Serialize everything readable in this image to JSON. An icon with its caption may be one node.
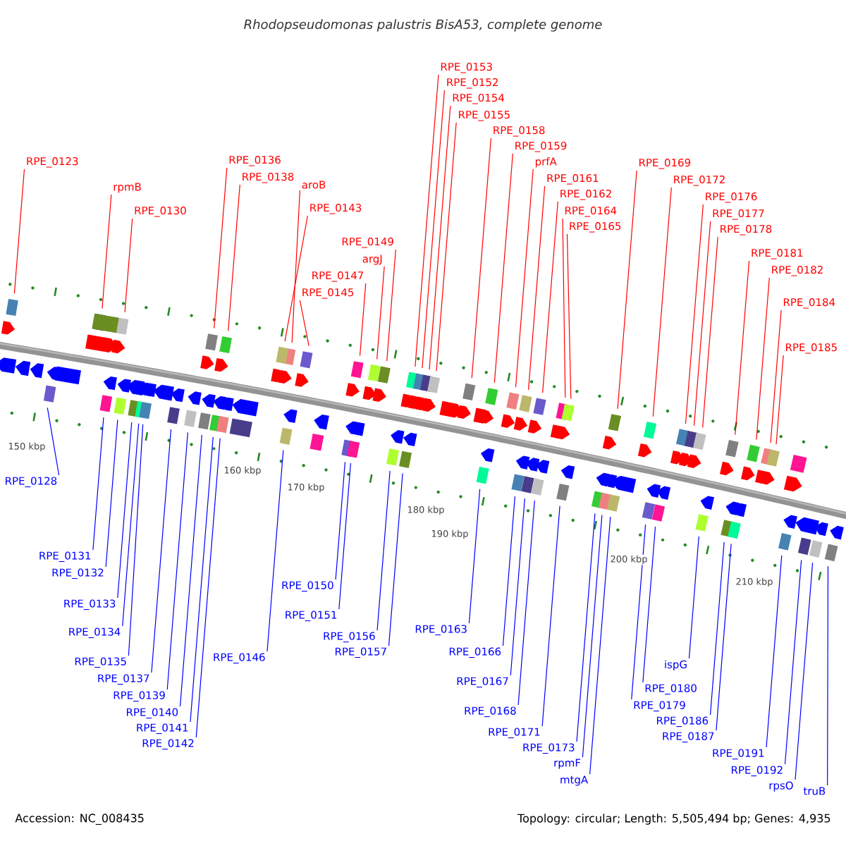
{
  "diagram": {
    "title": "Rhodopseudomonas palustris BisA53, complete genome",
    "nodes": [
      {
        "text": [
          "RPE_0123"
        ]
      },
      {
        "text": [
          "rpmB"
        ]
      },
      {
        "text": [
          "RPE_0130"
        ]
      },
      {
        "text": [
          "RPE_0136"
        ]
      },
      {
        "text": [
          "RPE_0138"
        ]
      },
      {
        "text": [
          "aroB"
        ]
      },
      {
        "text": [
          "RPE_0143"
        ]
      },
      {
        "text": [
          "RPE_0145"
        ]
      },
      {
        "text": [
          "RPE_0147"
        ]
      },
      {
        "text": [
          "argJ"
        ]
      },
      {
        "text": [
          "RPE_0149"
        ]
      },
      {
        "text": [
          "RPE_0153"
        ]
      },
      {
        "text": [
          "RPE_0152"
        ]
      },
      {
        "text": [
          "RPE_0154"
        ]
      },
      {
        "text": [
          "RPE_0155"
        ]
      },
      {
        "text": [
          "RPE_0158"
        ]
      },
      {
        "text": [
          "RPE_0159"
        ]
      },
      {
        "text": [
          "prfA"
        ]
      },
      {
        "text": [
          "RPE_0161"
        ]
      },
      {
        "text": [
          "RPE_0162"
        ]
      },
      {
        "text": [
          "RPE_0164"
        ]
      },
      {
        "text": [
          "RPE_0165"
        ]
      },
      {
        "text": [
          "RPE_0169"
        ]
      },
      {
        "text": [
          "RPE_0172"
        ]
      },
      {
        "text": [
          "RPE_0176"
        ]
      },
      {
        "text": [
          "RPE_0177"
        ]
      },
      {
        "text": [
          "RPE_0178"
        ]
      },
      {
        "text": [
          "RPE_0181"
        ]
      },
      {
        "text": [
          "RPE_0182"
        ]
      },
      {
        "text": [
          "RPE_0184"
        ]
      },
      {
        "text": [
          "RPE_0185"
        ]
      },
      {
        "text": [
          "RPE_0128"
        ]
      },
      {
        "text": [
          "RPE_0131"
        ]
      },
      {
        "text": [
          "RPE_0132"
        ]
      },
      {
        "text": [
          "RPE_0133"
        ]
      },
      {
        "text": [
          "RPE_0134"
        ]
      },
      {
        "text": [
          "RPE_0135"
        ]
      },
      {
        "text": [
          "RPE_0137"
        ]
      },
      {
        "text": [
          "RPE_0139"
        ]
      },
      {
        "text": [
          "RPE_0140"
        ]
      },
      {
        "text": [
          "RPE_0141"
        ]
      },
      {
        "text": [
          "RPE_0142"
        ]
      },
      {
        "text": [
          "RPE_0146"
        ]
      },
      {
        "text": [
          "RPE_0150"
        ]
      },
      {
        "text": [
          "RPE_0151"
        ]
      },
      {
        "text": [
          "RPE_0156"
        ]
      },
      {
        "text": [
          "RPE_0157"
        ]
      },
      {
        "text": [
          "RPE_0163"
        ]
      },
      {
        "text": [
          "RPE_0166"
        ]
      },
      {
        "text": [
          "RPE_0167"
        ]
      },
      {
        "text": [
          "RPE_0168"
        ]
      },
      {
        "text": [
          "RPE_0171"
        ]
      },
      {
        "text": [
          "RPE_0173"
        ]
      },
      {
        "text": [
          "rpmF"
        ]
      },
      {
        "text": [
          "mtgA"
        ]
      },
      {
        "text": [
          "RPE_0179"
        ]
      },
      {
        "text": [
          "RPE_0180"
        ]
      },
      {
        "text": [
          "ispG"
        ]
      },
      {
        "text": [
          "RPE_0186"
        ]
      },
      {
        "text": [
          "RPE_0187"
        ]
      },
      {
        "text": [
          "RPE_0191"
        ]
      },
      {
        "text": [
          "RPE_0192"
        ]
      },
      {
        "text": [
          "rpsO"
        ]
      },
      {
        "text": [
          "truB"
        ]
      }
    ],
    "edges": [
      {
        "from": 0,
        "to": null,
        "arrow": "none",
        "color": "#ff0000"
      },
      {
        "from": 1,
        "to": null,
        "arrow": "none",
        "color": "#ff0000"
      },
      {
        "from": 2,
        "to": null,
        "arrow": "none",
        "color": "#ff0000"
      },
      {
        "from": 3,
        "to": null,
        "arrow": "none",
        "color": "#ff0000"
      },
      {
        "from": 4,
        "to": null,
        "arrow": "none",
        "color": "#ff0000"
      },
      {
        "from": 5,
        "to": null,
        "arrow": "none",
        "color": "#ff0000"
      },
      {
        "from": 6,
        "to": null,
        "arrow": "none",
        "color": "#ff0000"
      },
      {
        "from": 7,
        "to": null,
        "arrow": "none",
        "color": "#ff0000"
      },
      {
        "from": 8,
        "to": null,
        "arrow": "none",
        "color": "#ff0000"
      },
      {
        "from": 9,
        "to": null,
        "arrow": "none",
        "color": "#ff0000"
      },
      {
        "from": 10,
        "to": null,
        "arrow": "none",
        "color": "#ff0000"
      },
      {
        "from": 11,
        "to": null,
        "arrow": "none",
        "color": "#ff0000"
      },
      {
        "from": 12,
        "to": null,
        "arrow": "none",
        "color": "#ff0000"
      },
      {
        "from": 13,
        "to": null,
        "arrow": "none",
        "color": "#ff0000"
      },
      {
        "from": 14,
        "to": null,
        "arrow": "none",
        "color": "#ff0000"
      },
      {
        "from": 15,
        "to": null,
        "arrow": "none",
        "color": "#ff0000"
      },
      {
        "from": 16,
        "to": null,
        "arrow": "none",
        "color": "#ff0000"
      },
      {
        "from": 17,
        "to": null,
        "arrow": "none",
        "color": "#ff0000"
      },
      {
        "from": 18,
        "to": null,
        "arrow": "none",
        "color": "#ff0000"
      },
      {
        "from": 19,
        "to": null,
        "arrow": "none",
        "color": "#ff0000"
      },
      {
        "from": 20,
        "to": null,
        "arrow": "none",
        "color": "#ff0000"
      },
      {
        "from": 21,
        "to": null,
        "arrow": "none",
        "color": "#ff0000"
      },
      {
        "from": 22,
        "to": null,
        "arrow": "none",
        "color": "#ff0000"
      },
      {
        "from": 23,
        "to": null,
        "arrow": "none",
        "color": "#ff0000"
      },
      {
        "from": 24,
        "to": null,
        "arrow": "none",
        "color": "#ff0000"
      },
      {
        "from": 25,
        "to": null,
        "arrow": "none",
        "color": "#ff0000"
      },
      {
        "from": 26,
        "to": null,
        "arrow": "none",
        "color": "#ff0000"
      },
      {
        "from": 27,
        "to": null,
        "arrow": "none",
        "color": "#ff0000"
      },
      {
        "from": 28,
        "to": null,
        "arrow": "none",
        "color": "#ff0000"
      },
      {
        "from": 29,
        "to": null,
        "arrow": "none",
        "color": "#ff0000"
      },
      {
        "from": 30,
        "to": null,
        "arrow": "none",
        "color": "#ff0000"
      },
      {
        "from": 31,
        "to": null,
        "arrow": "none"
      },
      {
        "from": 32,
        "to": null,
        "arrow": "none"
      },
      {
        "from": 33,
        "to": null,
        "arrow": "none"
      },
      {
        "from": 34,
        "to": null,
        "arrow": "none"
      },
      {
        "from": 35,
        "to": null,
        "arrow": "none"
      },
      {
        "from": 36,
        "to": null,
        "arrow": "none"
      },
      {
        "from": 37,
        "to": null,
        "arrow": "none"
      },
      {
        "from": 38,
        "to": null,
        "arrow": "none"
      },
      {
        "from": 39,
        "to": null,
        "arrow": "none"
      },
      {
        "from": 40,
        "to": null,
        "arrow": "none"
      },
      {
        "from": 41,
        "to": null,
        "arrow": "none"
      },
      {
        "from": 42,
        "to": null,
        "arrow": "none"
      },
      {
        "from": 43,
        "to": null,
        "arrow": "none"
      },
      {
        "from": 44,
        "to": null,
        "arrow": "none"
      },
      {
        "from": 45,
        "to": null,
        "arrow": "none"
      },
      {
        "from": 46,
        "to": null,
        "arrow": "none"
      },
      {
        "from": 47,
        "to": null,
        "arrow": "none"
      },
      {
        "from": 48,
        "to": null,
        "arrow": "none"
      },
      {
        "from": 49,
        "to": null,
        "arrow": "none"
      },
      {
        "from": 50,
        "to": null,
        "arrow": "none"
      },
      {
        "from": 51,
        "to": null,
        "arrow": "none"
      },
      {
        "from": 52,
        "to": null,
        "arrow": "none"
      },
      {
        "from": 53,
        "to": null,
        "arrow": "none"
      },
      {
        "from": 54,
        "to": null,
        "arrow": "none"
      },
      {
        "from": 55,
        "to": null,
        "arrow": "none"
      },
      {
        "from": 56,
        "to": null,
        "arrow": "none"
      },
      {
        "from": 57,
        "to": null,
        "arrow": "none"
      },
      {
        "from": 58,
        "to": null,
        "arrow": "none"
      },
      {
        "from": 59,
        "to": null,
        "arrow": "none"
      },
      {
        "from": 60,
        "to": null,
        "arrow": "none"
      },
      {
        "from": 61,
        "to": null,
        "arrow": "none"
      },
      {
        "from": 62,
        "to": null,
        "arrow": "none"
      },
      {
        "from": 63,
        "to": null,
        "arrow": "none"
      }
    ],
    "labels": [
      "150 kbp",
      "160 kbp",
      "170 kbp",
      "180 kbp",
      "190 kbp",
      "200 kbp",
      "210 kbp",
      "Accession: NC_008435",
      "Topology: circular; Length: 5,505,494 bp; Genes: 4,935"
    ]
  }
}
